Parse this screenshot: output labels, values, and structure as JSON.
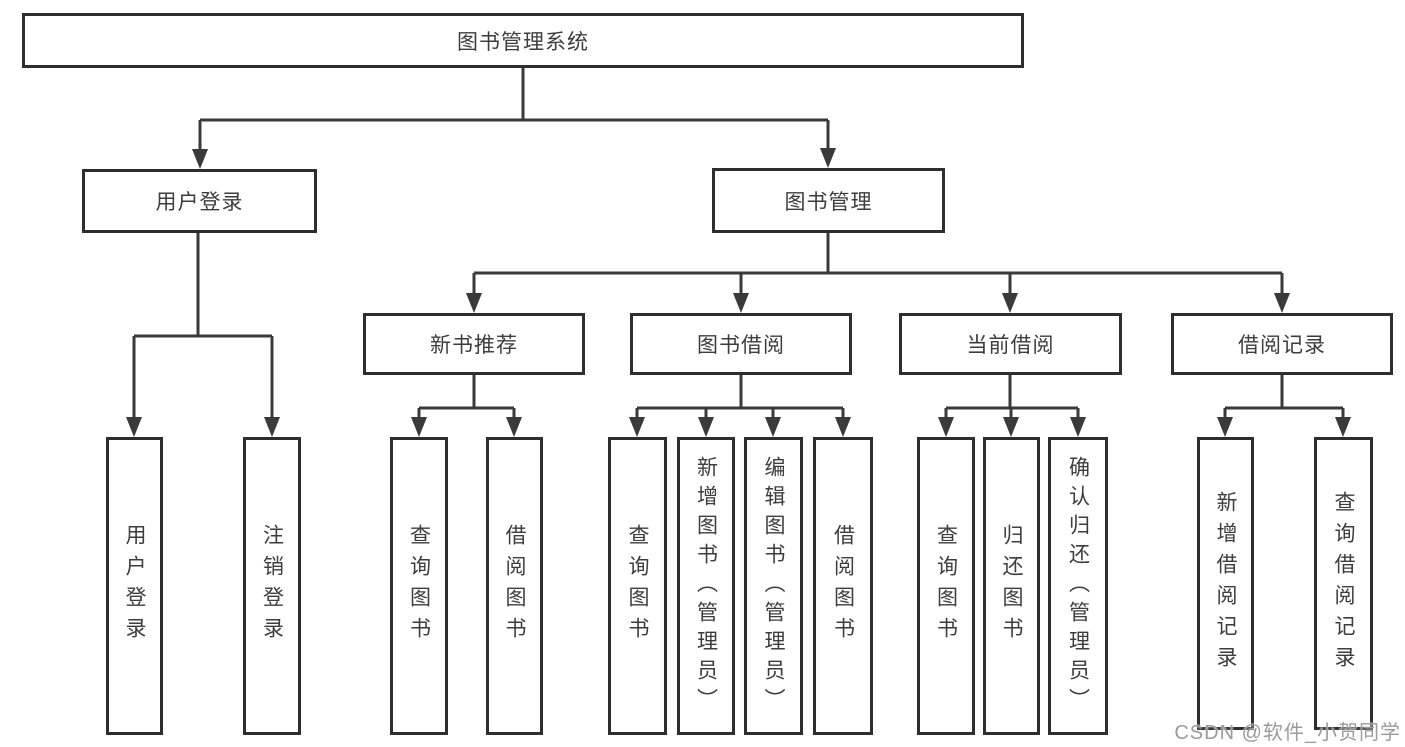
{
  "diagram": {
    "title": "图书管理系统",
    "nodes": {
      "root": "图书管理系统",
      "user_login": "用户登录",
      "book_mgmt": "图书管理",
      "new_book": "新书推荐",
      "book_borrow": "图书借阅",
      "current_borrow": "当前借阅",
      "borrow_record": "借阅记录"
    },
    "leaves": {
      "user_login": [
        "用户登录",
        "注销登录"
      ],
      "new_book": [
        "查询图书",
        "借阅图书"
      ],
      "book_borrow": [
        "查询图书",
        "新增图书（管理员）",
        "编辑图书（管理员）",
        "借阅图书"
      ],
      "current_borrow": [
        "查询图书",
        "归还图书",
        "确认归还（管理员）"
      ],
      "borrow_record": [
        "新增借阅记录",
        "查询借阅记录"
      ]
    }
  },
  "watermark": {
    "text": "CSDN @软件_小贺同学"
  },
  "colors": {
    "line": "#3a3a3a",
    "border": "#2e2e2e",
    "text": "#3d3d3d",
    "watermark": "#9b9b9b",
    "background": "#ffffff"
  }
}
